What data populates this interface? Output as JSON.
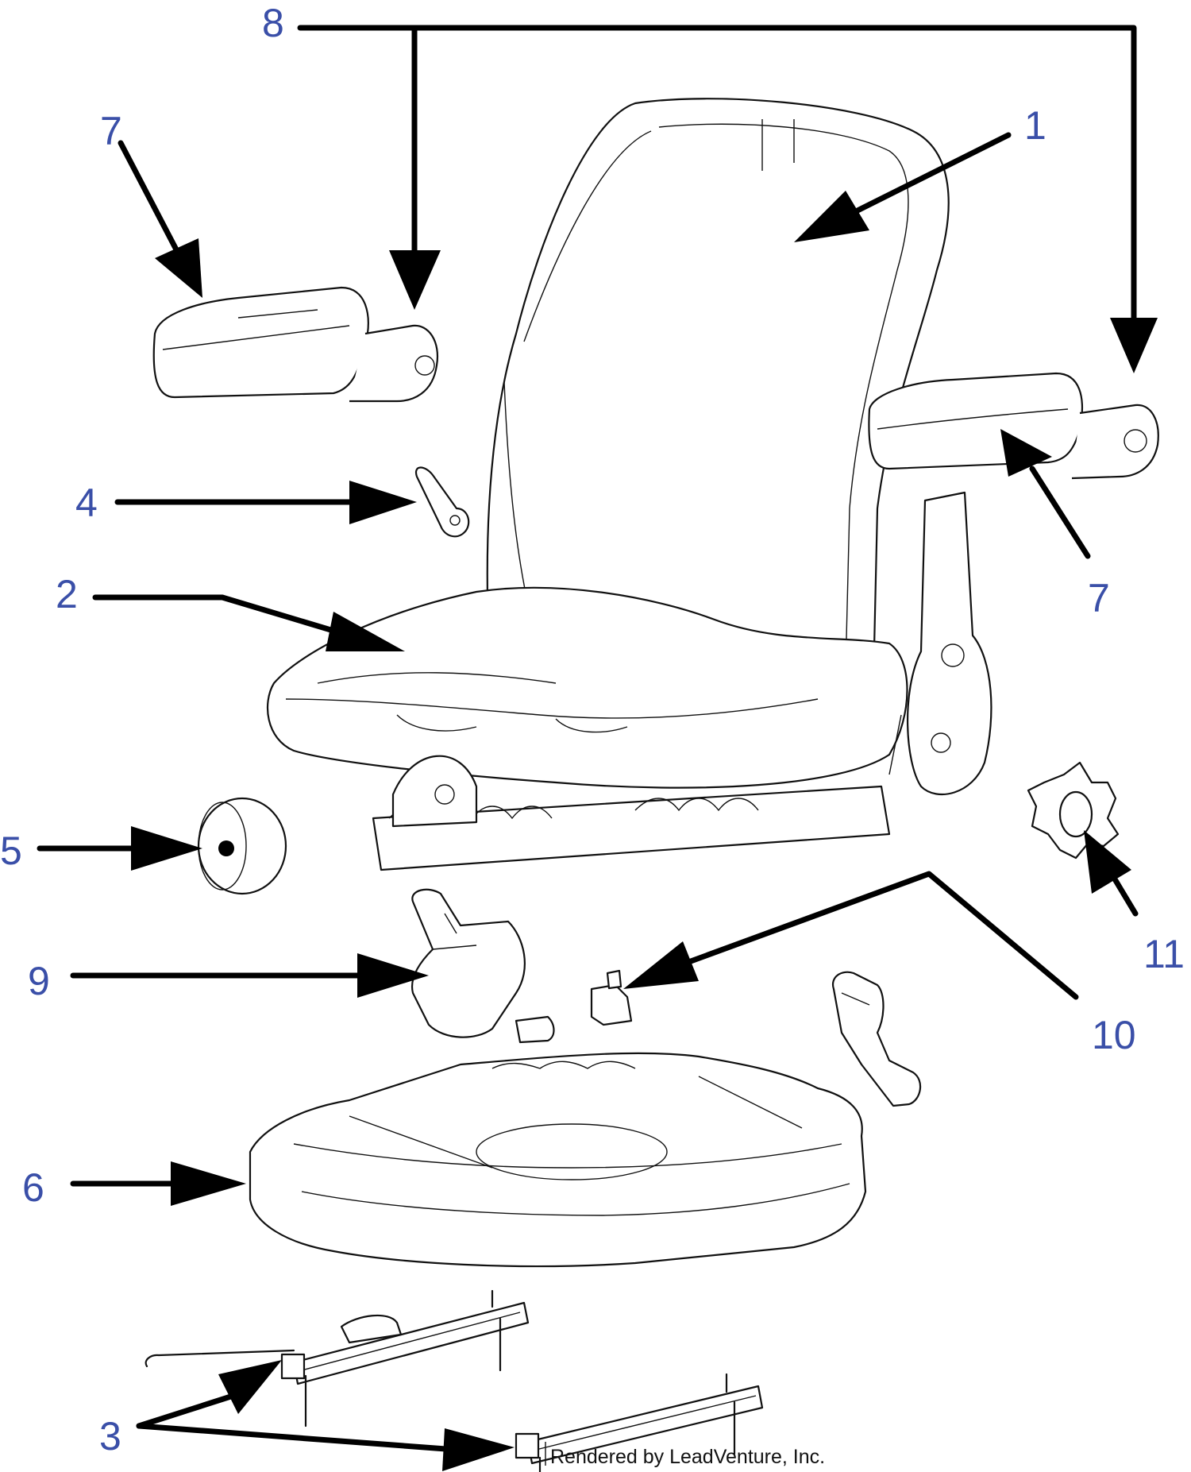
{
  "callouts": {
    "c1": "1",
    "c2": "2",
    "c3": "3",
    "c4": "4",
    "c5": "5",
    "c6": "6",
    "c7_left": "7",
    "c7_right": "7",
    "c8": "8",
    "c9": "9",
    "c10": "10",
    "c11": "11"
  },
  "footer": "Rendered by LeadVenture, Inc.",
  "colors": {
    "callout_text": "#3a4fa8",
    "line": "#111111"
  }
}
